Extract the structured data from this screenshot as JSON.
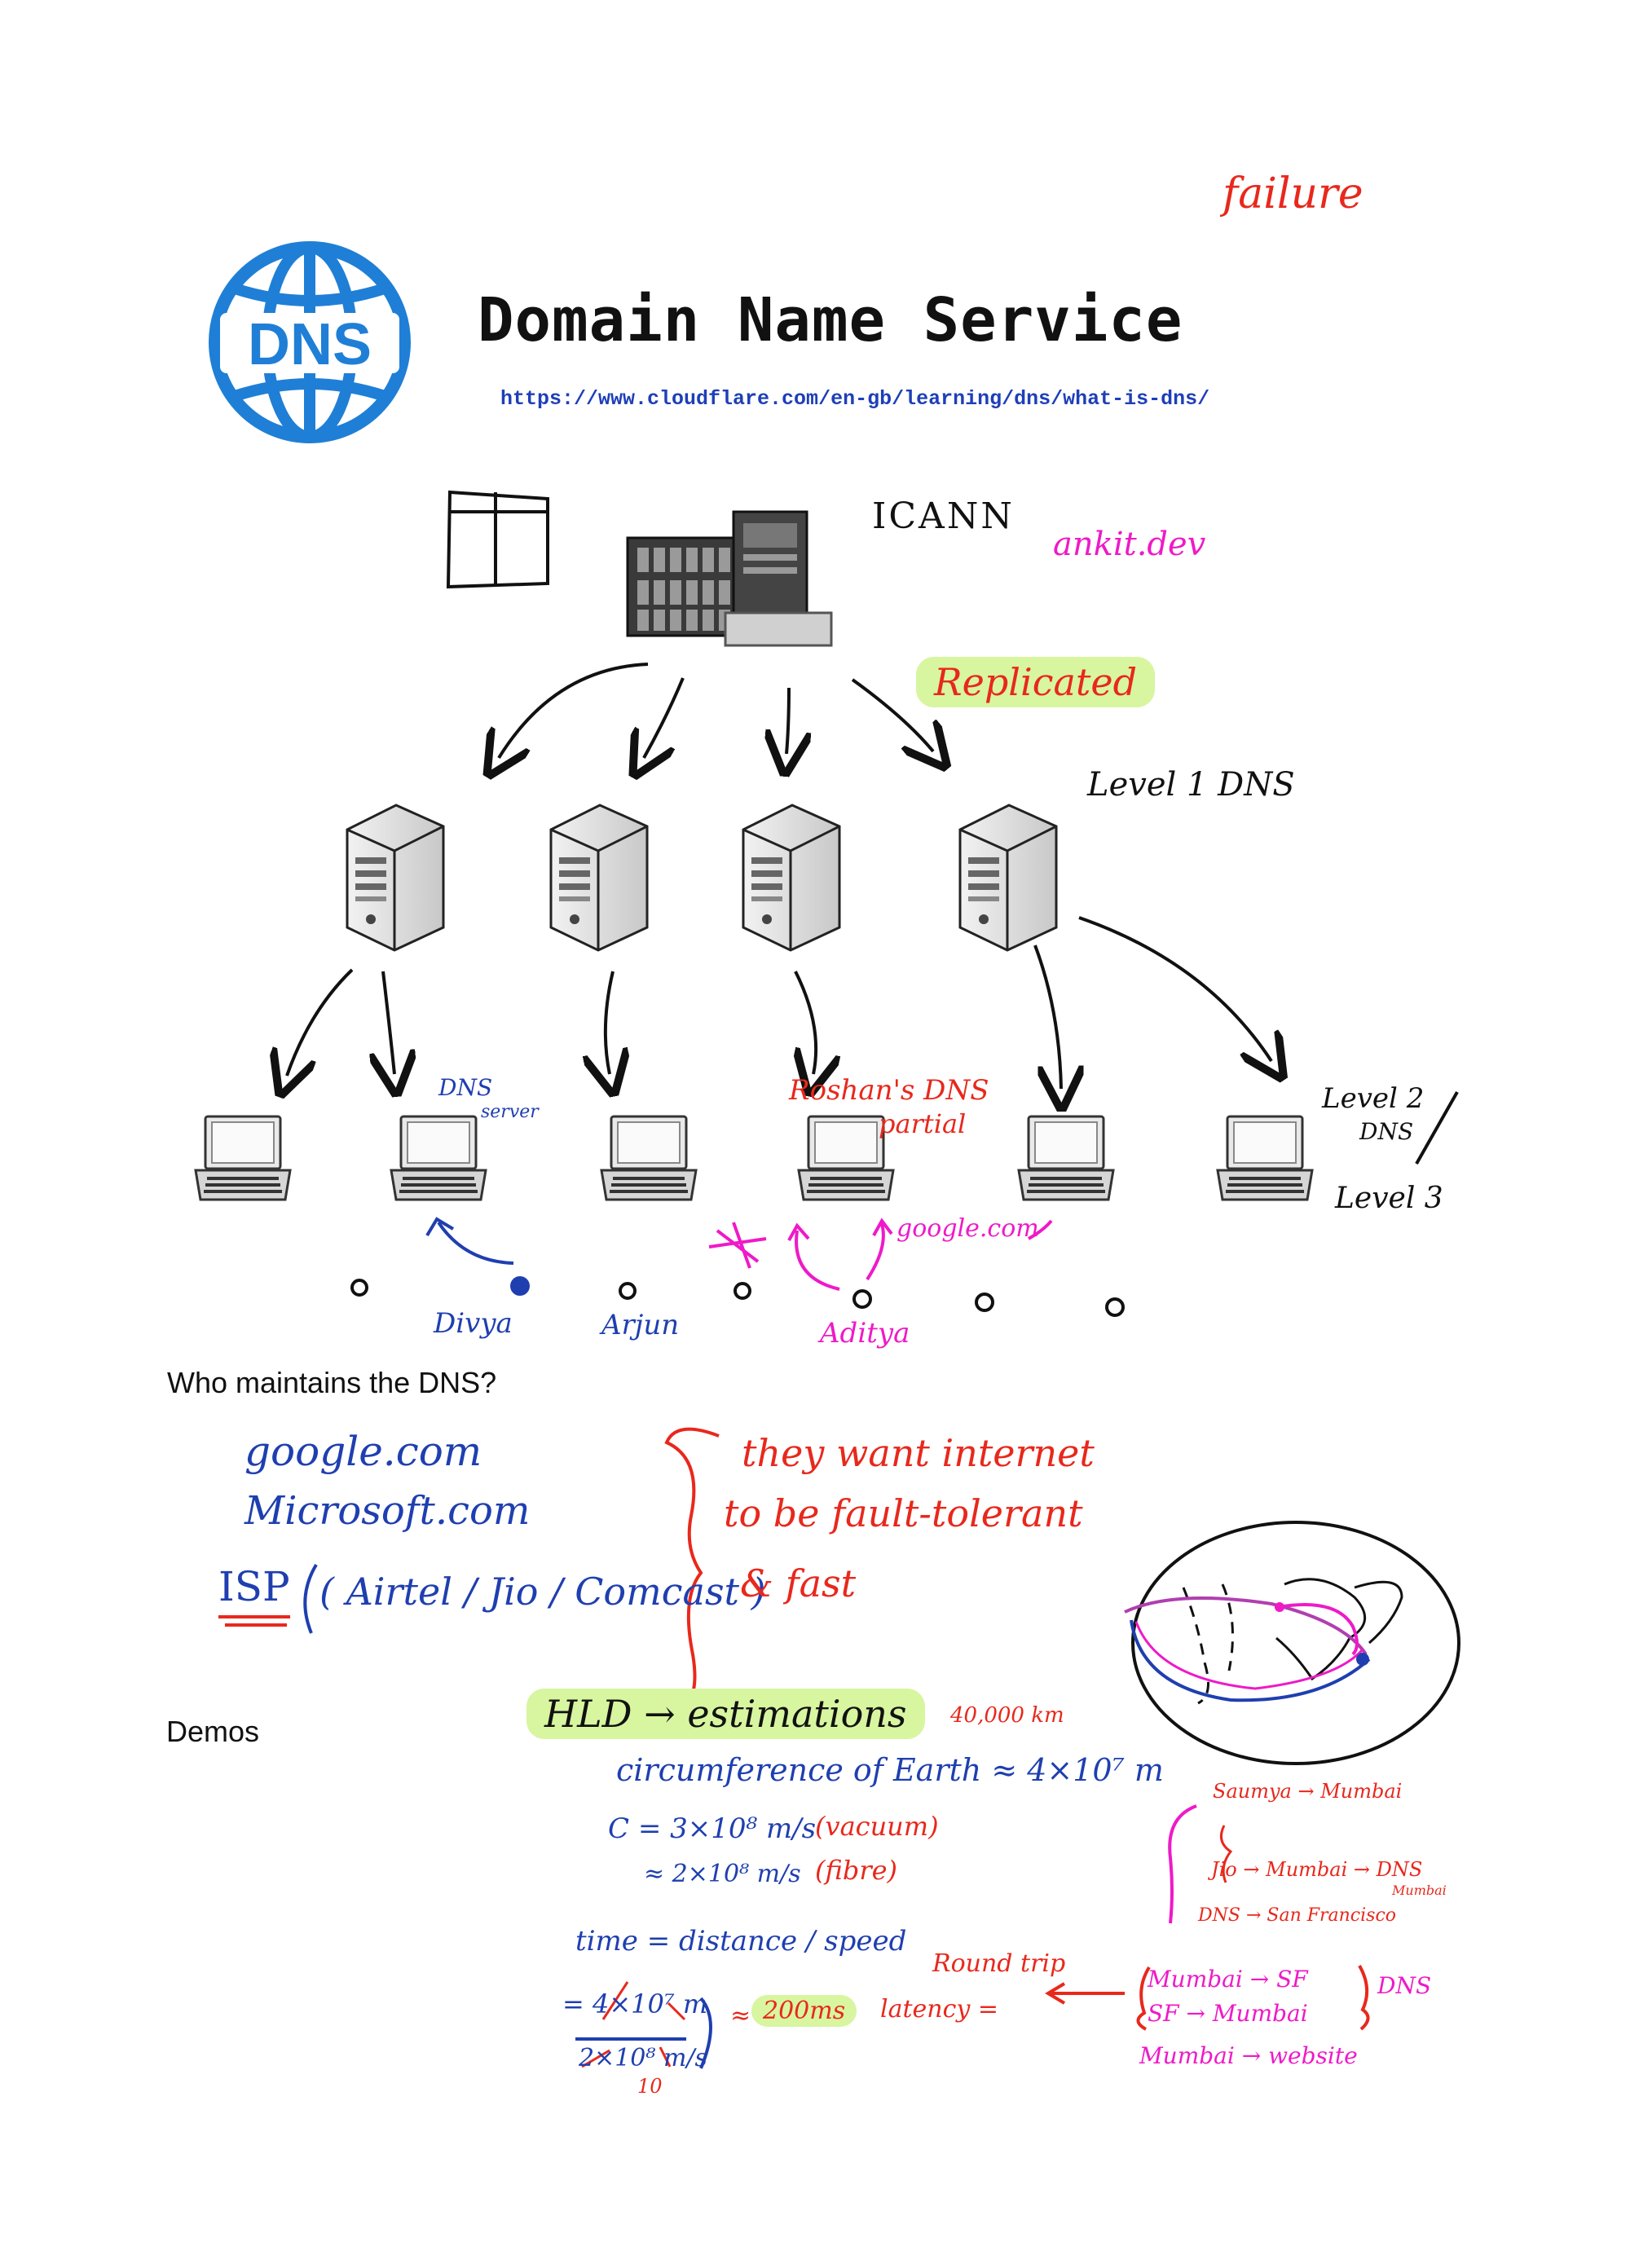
{
  "header": {
    "logo_text": "DNS",
    "title": "Domain Name Service",
    "url": "https://www.cloudflare.com/en-gb/learning/dns/what-is-dns/"
  },
  "notes": {
    "top_right": "failure",
    "icann": "ICANN",
    "ankit": "ankit.dev",
    "replicated": "Replicated",
    "level1": "Level 1 DNS",
    "level2": "Level 2",
    "level2_dns": "DNS",
    "level3": "Level 3",
    "dns_server_1": "DNS",
    "dns_server_2": "server",
    "roshan_1": "Roshan's DNS",
    "roshan_2": "partial",
    "google_arrow": "google.com",
    "divya": "Divya",
    "arjun": "Arjun",
    "aditya": "Aditya"
  },
  "maintain": {
    "heading": "Who maintains the DNS?",
    "google": "google.com",
    "microsoft": "Microsoft.com",
    "isp": "ISP",
    "isp_list": "( Airtel / Jio / Comcast )",
    "want_1": "they want internet",
    "want_2": "to be fault-tolerant",
    "want_3": "& fast"
  },
  "demos": {
    "heading": "Demos",
    "hld": "HLD → estimations",
    "km": "40,000 km",
    "circ": "circumference of Earth ≈ 4×10⁷ m",
    "c_vac": "C = 3×10⁸ m/s",
    "vacuum": "(vacuum)",
    "c_fib": "≈ 2×10⁸ m/s",
    "fibre": "(fibre)",
    "time": "time = distance / speed",
    "numer": "= 4×10⁷ m",
    "denom": "2×10⁸ m/s",
    "ten": "10",
    "approx": "≈",
    "ms": "200ms",
    "roundtrip": "Round trip",
    "latency": "latency =",
    "path_1": "Saumya → Mumbai",
    "path_2": "Jio → Mumbai → DNS",
    "path_2b": "Mumbai",
    "path_3": "DNS → San Francisco",
    "rt_1": "Mumbai → SF",
    "rt_2": "SF → Mumbai",
    "rt_dns": "DNS",
    "rt_3": "Mumbai → website"
  }
}
